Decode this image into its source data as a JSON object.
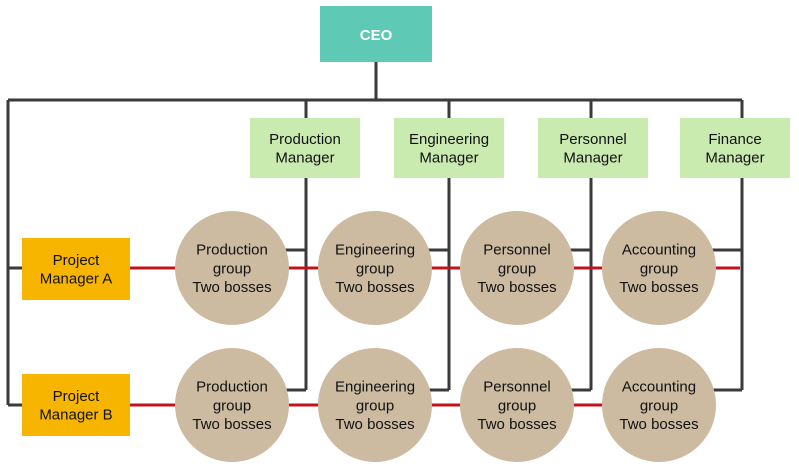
{
  "ceo": {
    "label": "CEO"
  },
  "managers": [
    {
      "id": "production",
      "lines": [
        "Production",
        "Manager"
      ]
    },
    {
      "id": "engineering",
      "lines": [
        "Engineering",
        "Manager"
      ]
    },
    {
      "id": "personnel",
      "lines": [
        "Personnel",
        "Manager"
      ]
    },
    {
      "id": "finance",
      "lines": [
        "Finance",
        "Manager"
      ]
    }
  ],
  "project_managers": [
    {
      "id": "a",
      "lines": [
        "Project",
        "Manager A"
      ]
    },
    {
      "id": "b",
      "lines": [
        "Project",
        "Manager B"
      ]
    }
  ],
  "groups": [
    {
      "row": 0,
      "col": 0,
      "lines": [
        "Production",
        "group",
        "Two bosses"
      ]
    },
    {
      "row": 0,
      "col": 1,
      "lines": [
        "Engineering",
        "group",
        "Two bosses"
      ]
    },
    {
      "row": 0,
      "col": 2,
      "lines": [
        "Personnel",
        "group",
        "Two bosses"
      ]
    },
    {
      "row": 0,
      "col": 3,
      "lines": [
        "Accounting",
        "group",
        "Two bosses"
      ]
    },
    {
      "row": 1,
      "col": 0,
      "lines": [
        "Production",
        "group",
        "Two bosses"
      ]
    },
    {
      "row": 1,
      "col": 1,
      "lines": [
        "Engineering",
        "group",
        "Two bosses"
      ]
    },
    {
      "row": 1,
      "col": 2,
      "lines": [
        "Personnel",
        "group",
        "Two bosses"
      ]
    },
    {
      "row": 1,
      "col": 3,
      "lines": [
        "Accounting",
        "group",
        "Two bosses"
      ]
    }
  ],
  "colors": {
    "ceo_fill": "#5ec9b4",
    "manager_fill": "#c9ebb0",
    "project_fill": "#f7b500",
    "circle_fill": "#ccbba1",
    "line_dark": "#3a3a3a",
    "line_red": "#c0141c"
  }
}
